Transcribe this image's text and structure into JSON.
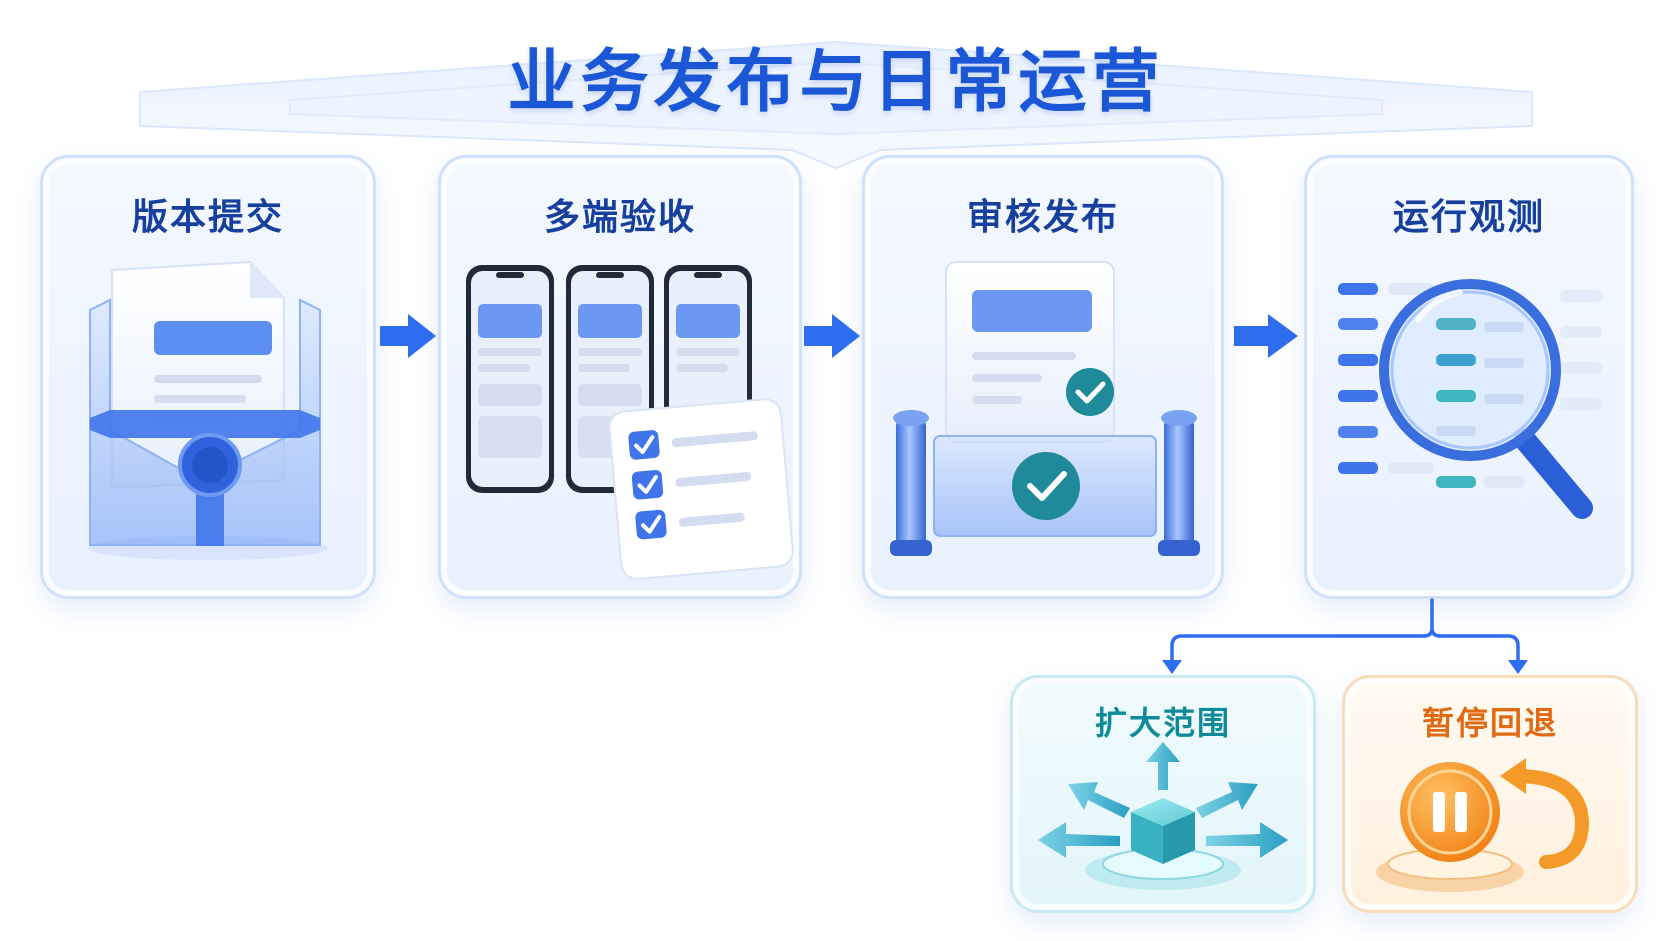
{
  "title": "业务发布与日常运营",
  "stages": [
    {
      "label": "版本提交"
    },
    {
      "label": "多端验收"
    },
    {
      "label": "审核发布"
    },
    {
      "label": "运行观测"
    }
  ],
  "outcomes": [
    {
      "label": "扩大范围"
    },
    {
      "label": "暂停回退"
    }
  ],
  "colors": {
    "title": "#1a56d6",
    "stage_label": "#163f9e",
    "arrow": "#2f6df0",
    "expand": "#0e8a98",
    "rollback": "#e06a12"
  },
  "icons": [
    "document-folder-icon",
    "phones-checklist-icon",
    "review-gate-check-icon",
    "magnifier-icon",
    "expand-cube-icon",
    "pause-undo-icon"
  ]
}
